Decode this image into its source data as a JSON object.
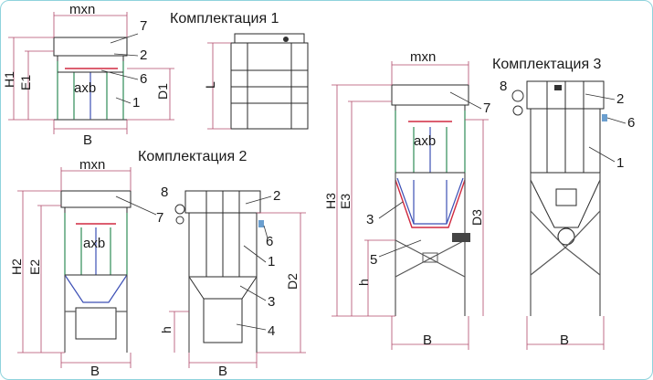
{
  "titles": {
    "k1": "Комплектация 1",
    "k2": "Комплектация 2",
    "k3": "Комплектация 3"
  },
  "dims": {
    "mxn": "mxn",
    "axb": "axb",
    "B": "B",
    "b_lower": "B",
    "L": "L",
    "H1": "H1",
    "E1": "E1",
    "D1": "D1",
    "H2": "H2",
    "E2": "E2",
    "D2": "D2",
    "H3": "H3",
    "E3": "E3",
    "D3": "D3",
    "h": "h"
  },
  "callouts": [
    "1",
    "2",
    "3",
    "4",
    "5",
    "6",
    "7",
    "8"
  ],
  "colors": {
    "frame": "#8fd3dc",
    "dimension": "#b04a6a",
    "green": "#2e8b57",
    "blue": "#3c4fb5",
    "red": "#d02a40"
  }
}
